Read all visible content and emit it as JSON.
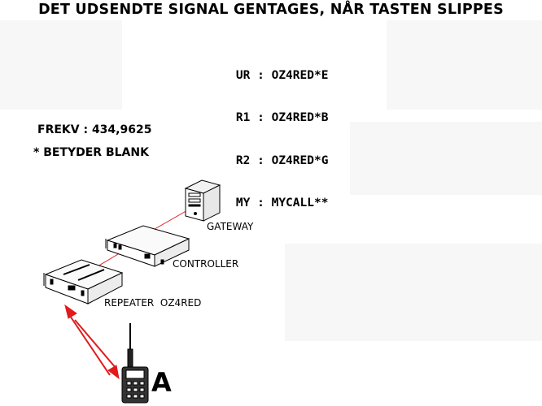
{
  "title": "DET UDSENDTE SIGNAL GENTAGES, NÅR TASTEN SLIPPES",
  "routing": {
    "rows": [
      {
        "key": "UR",
        "sep": ":",
        "value": "OZ4RED*E"
      },
      {
        "key": "R1",
        "sep": ":",
        "value": "OZ4RED*B"
      },
      {
        "key": "R2",
        "sep": ":",
        "value": "OZ4RED*G"
      },
      {
        "key": "MY",
        "sep": ":",
        "value": "MYCALL**"
      }
    ]
  },
  "frequency": "FREKV : 434,9625",
  "note": "* BETYDER BLANK",
  "labels": {
    "gateway": "GATEWAY",
    "controller": "CONTROLLER",
    "repeater": "REPEATER  OZ4RED",
    "station": "A"
  },
  "colors": {
    "link": "#e11b1b",
    "outline": "#000000"
  },
  "icons": [
    "server-tower-icon",
    "controller-rack-icon",
    "repeater-rack-icon",
    "handheld-radio-icon",
    "bidirectional-arrow-icon"
  ]
}
